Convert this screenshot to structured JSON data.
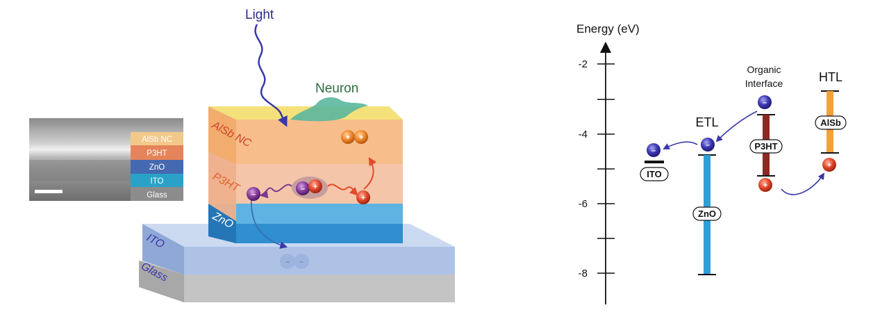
{
  "left": {
    "light_label": "Light",
    "neuron_label": "Neuron",
    "layer_labels": {
      "alsb": "AlSb NC",
      "p3ht": "P3HT",
      "zno": "ZnO",
      "ito": "ITO",
      "glass": "Glass"
    },
    "sem_legend": [
      "AlSb NC",
      "P3HT",
      "ZnO",
      "ITO",
      "Glass"
    ],
    "sem_legend_colors": [
      "#f2c98a",
      "#e5845a",
      "#4569b0",
      "#2aa2c8",
      "#8c8c8c"
    ],
    "layer_colors": {
      "alsb": "#f7be8c",
      "p3ht": "#f4c2a4",
      "zno": "#2f8fd0",
      "ito": "#b5c8e8",
      "glass": "#c6c6c6"
    }
  },
  "right": {
    "axis_label": "Energy (eV)",
    "ticks": [
      "-2",
      "-4",
      "-6",
      "-8"
    ],
    "labels": {
      "etl": "ETL",
      "htl": "HTL",
      "organic_line1": "Organic",
      "organic_line2": "Interface"
    },
    "pills": {
      "ito": "ITO",
      "zno": "ZnO",
      "p3ht": "P3HT",
      "alsb": "AlSb"
    },
    "bar_colors": {
      "zno": "#2f9fd6",
      "p3ht": "#8b2a22",
      "alsb": "#f2a23a"
    },
    "electron_sign": "–",
    "hole_sign": "+"
  }
}
